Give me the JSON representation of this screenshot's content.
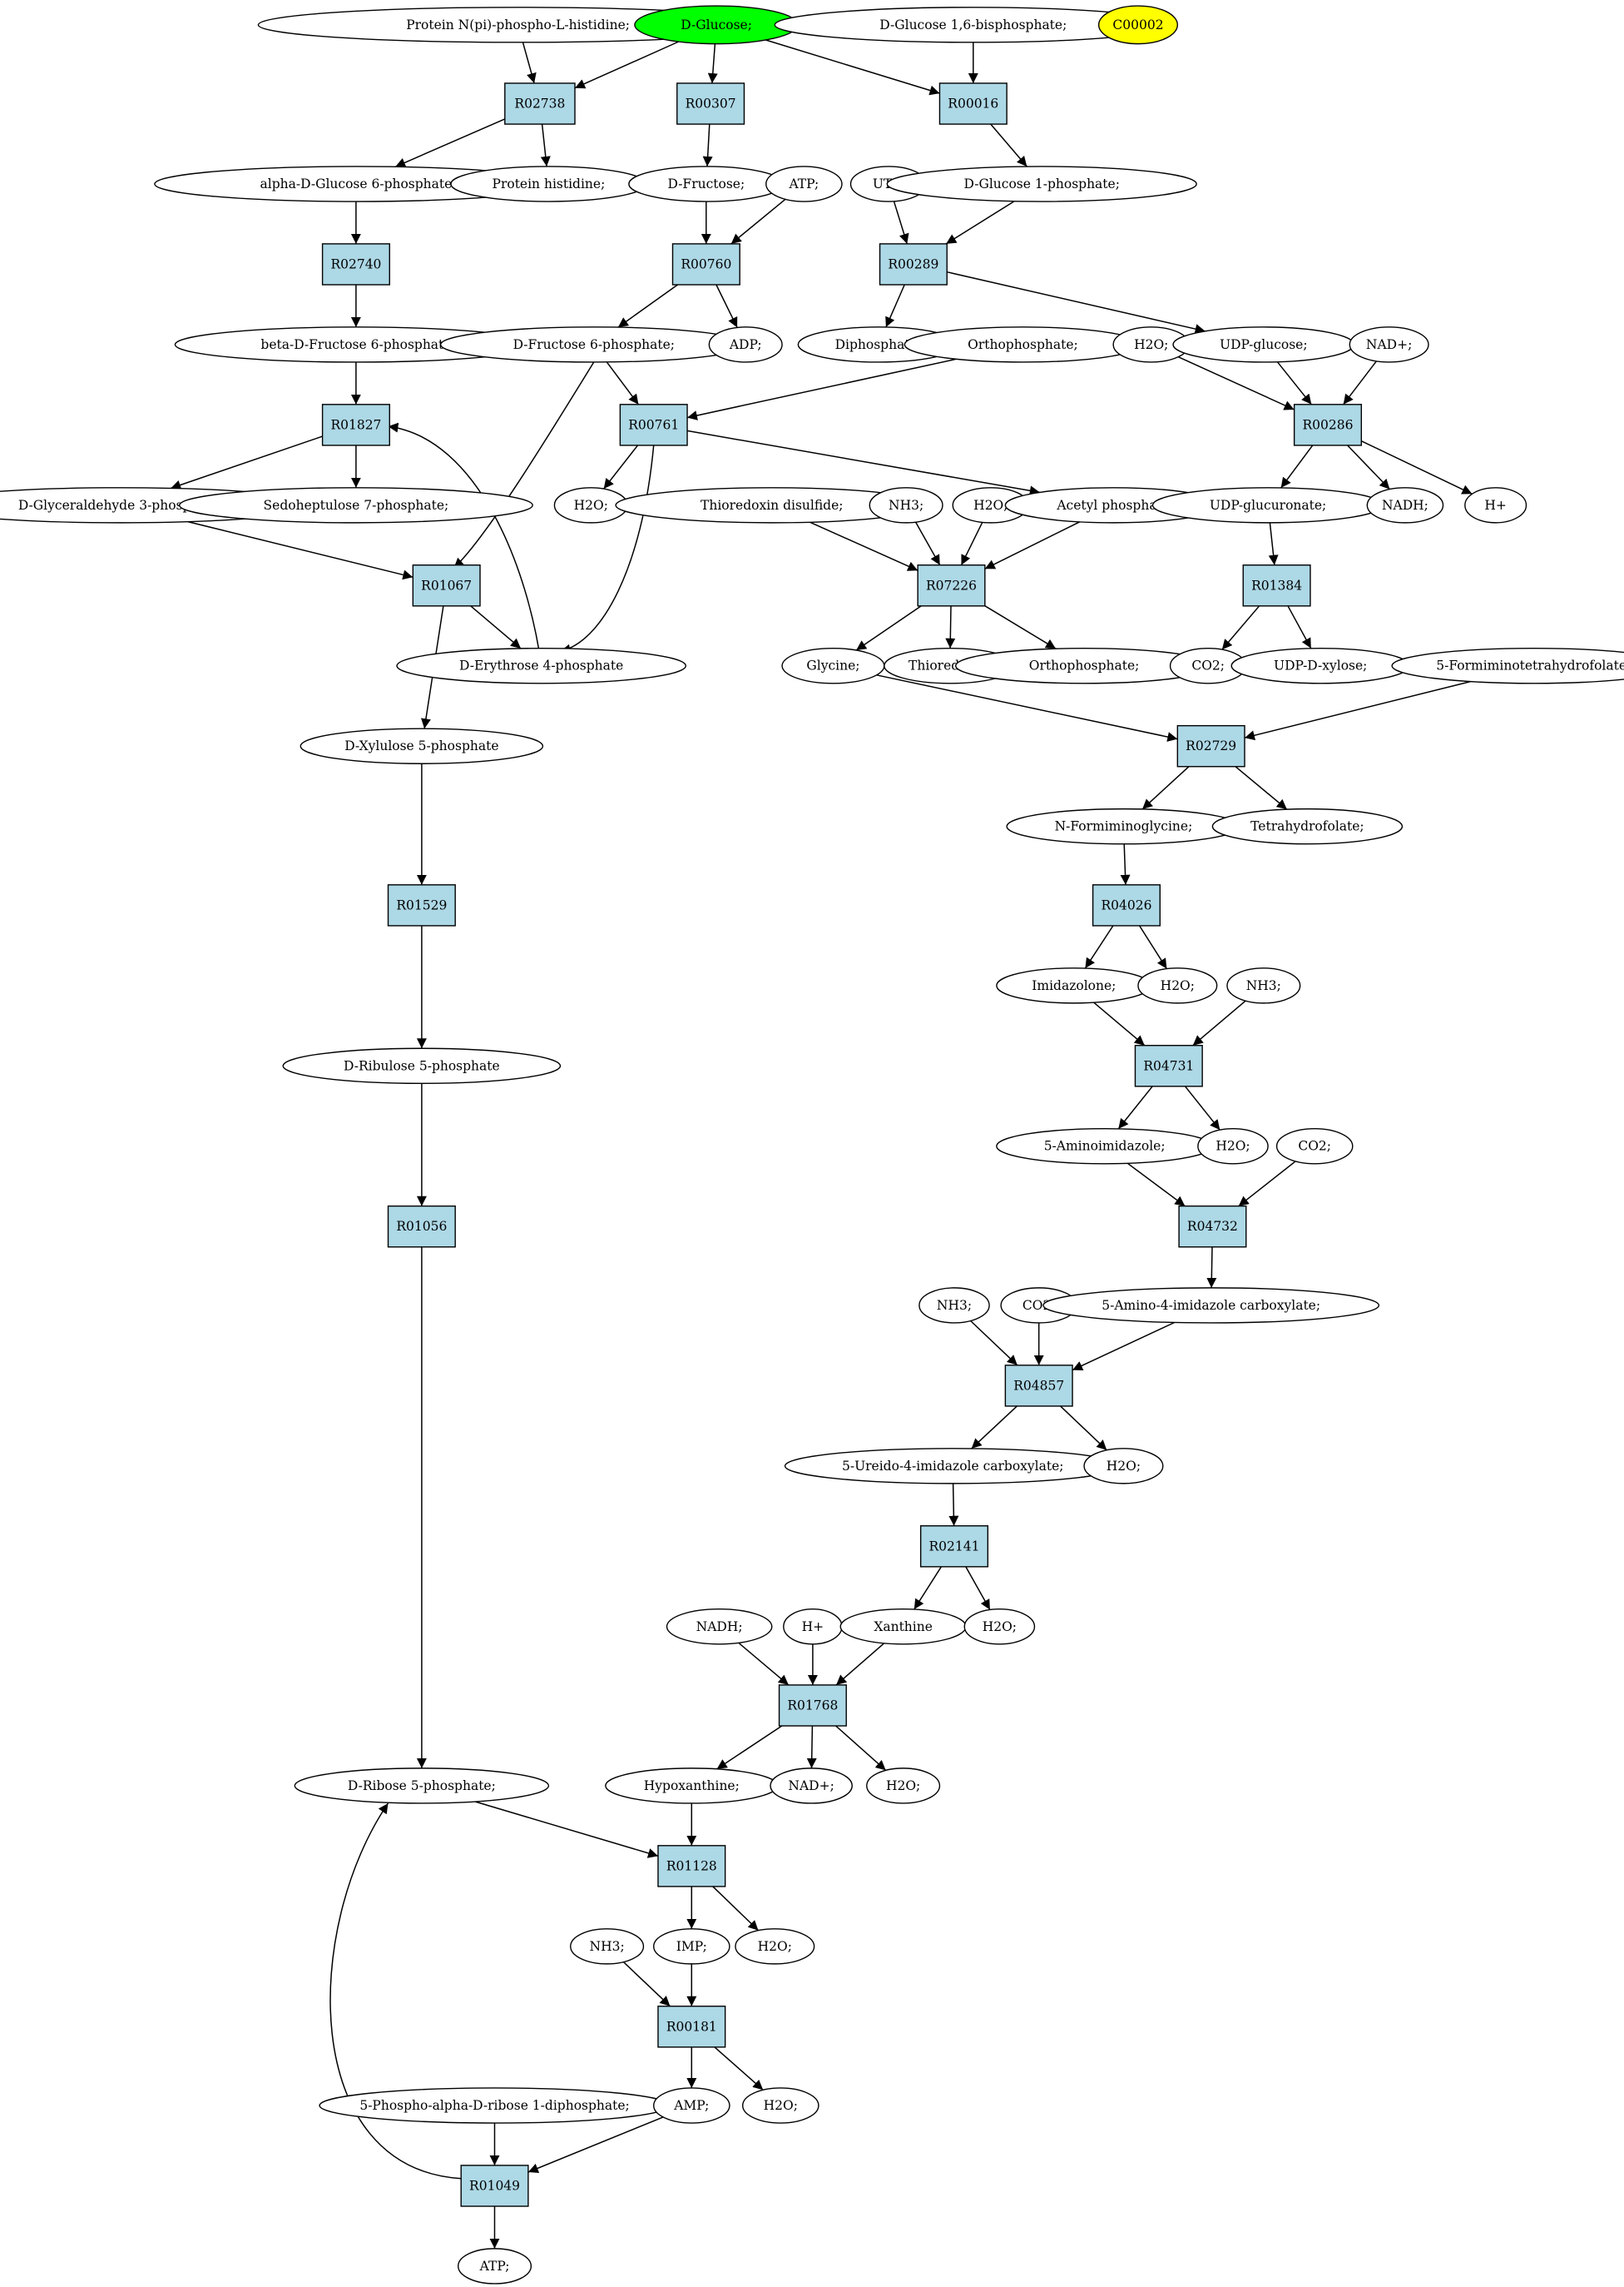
{
  "colors": {
    "compound_fill": "#ffffff",
    "reaction_fill": "#add8e6",
    "start_fill": "#00ff00",
    "highlight_fill": "#ffff00",
    "stroke": "#000000"
  },
  "nodes": [
    {
      "id": "n1",
      "kind": "compound",
      "label": "Protein N(pi)-phospho-L-histidine;"
    },
    {
      "id": "n2",
      "kind": "start",
      "label": "D-Glucose;"
    },
    {
      "id": "n3",
      "kind": "compound",
      "label": "D-Glucose 1,6-bisphosphate;"
    },
    {
      "id": "n4",
      "kind": "highlight",
      "label": "C00002"
    },
    {
      "id": "r1",
      "kind": "reaction",
      "label": "R02738"
    },
    {
      "id": "r2",
      "kind": "reaction",
      "label": "R00307"
    },
    {
      "id": "r3",
      "kind": "reaction",
      "label": "R00016"
    },
    {
      "id": "n5",
      "kind": "compound",
      "label": "alpha-D-Glucose 6-phosphate"
    },
    {
      "id": "n6",
      "kind": "compound",
      "label": "Protein histidine;"
    },
    {
      "id": "n7",
      "kind": "compound",
      "label": "D-Fructose;"
    },
    {
      "id": "n8",
      "kind": "compound",
      "label": "ATP;"
    },
    {
      "id": "n9",
      "kind": "compound",
      "label": "UTP;"
    },
    {
      "id": "n10",
      "kind": "compound",
      "label": "D-Glucose 1-phosphate;"
    },
    {
      "id": "r4",
      "kind": "reaction",
      "label": "R02740"
    },
    {
      "id": "r5",
      "kind": "reaction",
      "label": "R00760"
    },
    {
      "id": "r6",
      "kind": "reaction",
      "label": "R00289"
    },
    {
      "id": "n11",
      "kind": "compound",
      "label": "beta-D-Fructose 6-phosphate"
    },
    {
      "id": "n12",
      "kind": "compound",
      "label": "D-Fructose 6-phosphate;"
    },
    {
      "id": "n13",
      "kind": "compound",
      "label": "ADP;"
    },
    {
      "id": "n14",
      "kind": "compound",
      "label": "Diphosphate;"
    },
    {
      "id": "n15",
      "kind": "compound",
      "label": "Orthophosphate;"
    },
    {
      "id": "n16",
      "kind": "compound",
      "label": "H2O;"
    },
    {
      "id": "n17",
      "kind": "compound",
      "label": "UDP-glucose;"
    },
    {
      "id": "n18",
      "kind": "compound",
      "label": "NAD+;"
    },
    {
      "id": "r7",
      "kind": "reaction",
      "label": "R01827"
    },
    {
      "id": "r8",
      "kind": "reaction",
      "label": "R00761"
    },
    {
      "id": "r9",
      "kind": "reaction",
      "label": "R00286"
    },
    {
      "id": "n19",
      "kind": "compound",
      "label": "D-Glyceraldehyde 3-phosphate;"
    },
    {
      "id": "n20",
      "kind": "compound",
      "label": "Sedoheptulose 7-phosphate;"
    },
    {
      "id": "n21",
      "kind": "compound",
      "label": "H2O;"
    },
    {
      "id": "n22",
      "kind": "compound",
      "label": "Thioredoxin disulfide;"
    },
    {
      "id": "n23",
      "kind": "compound",
      "label": "NH3;"
    },
    {
      "id": "n24",
      "kind": "compound",
      "label": "H2O;"
    },
    {
      "id": "n25",
      "kind": "compound",
      "label": "Acetyl phosphate"
    },
    {
      "id": "n26",
      "kind": "compound",
      "label": "UDP-glucuronate;"
    },
    {
      "id": "n27",
      "kind": "compound",
      "label": "NADH;"
    },
    {
      "id": "n28",
      "kind": "compound",
      "label": "H+"
    },
    {
      "id": "r10",
      "kind": "reaction",
      "label": "R01067"
    },
    {
      "id": "r11",
      "kind": "reaction",
      "label": "R07226"
    },
    {
      "id": "r12",
      "kind": "reaction",
      "label": "R01384"
    },
    {
      "id": "n29",
      "kind": "compound",
      "label": "D-Erythrose 4-phosphate"
    },
    {
      "id": "n30",
      "kind": "compound",
      "label": "Glycine;"
    },
    {
      "id": "n31",
      "kind": "compound",
      "label": "Thioredoxin;"
    },
    {
      "id": "n32",
      "kind": "compound",
      "label": "Orthophosphate;"
    },
    {
      "id": "n33",
      "kind": "compound",
      "label": "CO2;"
    },
    {
      "id": "n34",
      "kind": "compound",
      "label": "UDP-D-xylose;"
    },
    {
      "id": "n35",
      "kind": "compound",
      "label": "5-Formiminotetrahydrofolate;"
    },
    {
      "id": "n36",
      "kind": "compound",
      "label": "D-Xylulose 5-phosphate"
    },
    {
      "id": "r13",
      "kind": "reaction",
      "label": "R02729"
    },
    {
      "id": "n37",
      "kind": "compound",
      "label": "N-Formiminoglycine;"
    },
    {
      "id": "n38",
      "kind": "compound",
      "label": "Tetrahydrofolate;"
    },
    {
      "id": "r14",
      "kind": "reaction",
      "label": "R01529"
    },
    {
      "id": "r15",
      "kind": "reaction",
      "label": "R04026"
    },
    {
      "id": "n39",
      "kind": "compound",
      "label": "Imidazolone;"
    },
    {
      "id": "n40",
      "kind": "compound",
      "label": "H2O;"
    },
    {
      "id": "n41",
      "kind": "compound",
      "label": "NH3;"
    },
    {
      "id": "n42",
      "kind": "compound",
      "label": "D-Ribulose 5-phosphate"
    },
    {
      "id": "r16",
      "kind": "reaction",
      "label": "R04731"
    },
    {
      "id": "n43",
      "kind": "compound",
      "label": "5-Aminoimidazole;"
    },
    {
      "id": "n44",
      "kind": "compound",
      "label": "H2O;"
    },
    {
      "id": "n45",
      "kind": "compound",
      "label": "CO2;"
    },
    {
      "id": "r17",
      "kind": "reaction",
      "label": "R01056"
    },
    {
      "id": "r18",
      "kind": "reaction",
      "label": "R04732"
    },
    {
      "id": "n46",
      "kind": "compound",
      "label": "NH3;"
    },
    {
      "id": "n47",
      "kind": "compound",
      "label": "CO2;"
    },
    {
      "id": "n48",
      "kind": "compound",
      "label": "5-Amino-4-imidazole carboxylate;"
    },
    {
      "id": "r19",
      "kind": "reaction",
      "label": "R04857"
    },
    {
      "id": "n49",
      "kind": "compound",
      "label": "5-Ureido-4-imidazole carboxylate;"
    },
    {
      "id": "n50",
      "kind": "compound",
      "label": "H2O;"
    },
    {
      "id": "r20",
      "kind": "reaction",
      "label": "R02141"
    },
    {
      "id": "n51",
      "kind": "compound",
      "label": "NADH;"
    },
    {
      "id": "n52",
      "kind": "compound",
      "label": "H+"
    },
    {
      "id": "n53",
      "kind": "compound",
      "label": "Xanthine"
    },
    {
      "id": "n54",
      "kind": "compound",
      "label": "H2O;"
    },
    {
      "id": "r21",
      "kind": "reaction",
      "label": "R01768"
    },
    {
      "id": "n55",
      "kind": "compound",
      "label": "D-Ribose 5-phosphate;"
    },
    {
      "id": "n56",
      "kind": "compound",
      "label": "Hypoxanthine;"
    },
    {
      "id": "n57",
      "kind": "compound",
      "label": "NAD+;"
    },
    {
      "id": "n58",
      "kind": "compound",
      "label": "H2O;"
    },
    {
      "id": "r22",
      "kind": "reaction",
      "label": "R01128"
    },
    {
      "id": "n59",
      "kind": "compound",
      "label": "NH3;"
    },
    {
      "id": "n60",
      "kind": "compound",
      "label": "IMP;"
    },
    {
      "id": "n61",
      "kind": "compound",
      "label": "H2O;"
    },
    {
      "id": "r23",
      "kind": "reaction",
      "label": "R00181"
    },
    {
      "id": "n62",
      "kind": "compound",
      "label": "5-Phospho-alpha-D-ribose 1-diphosphate;"
    },
    {
      "id": "n63",
      "kind": "compound",
      "label": "AMP;"
    },
    {
      "id": "n64",
      "kind": "compound",
      "label": "H2O;"
    },
    {
      "id": "r24",
      "kind": "reaction",
      "label": "R01049"
    },
    {
      "id": "n65",
      "kind": "compound",
      "label": "ATP;"
    }
  ],
  "edges": [
    {
      "from": "n1",
      "to": "r1"
    },
    {
      "from": "n2",
      "to": "r1"
    },
    {
      "from": "n2",
      "to": "r2"
    },
    {
      "from": "n2",
      "to": "r3"
    },
    {
      "from": "n3",
      "to": "r3"
    },
    {
      "from": "r1",
      "to": "n5"
    },
    {
      "from": "r1",
      "to": "n6"
    },
    {
      "from": "r2",
      "to": "n7"
    },
    {
      "from": "r3",
      "to": "n10"
    },
    {
      "from": "n5",
      "to": "r4"
    },
    {
      "from": "n7",
      "to": "r5"
    },
    {
      "from": "n8",
      "to": "r5"
    },
    {
      "from": "n9",
      "to": "r6"
    },
    {
      "from": "n10",
      "to": "r6"
    },
    {
      "from": "r4",
      "to": "n11"
    },
    {
      "from": "r5",
      "to": "n12"
    },
    {
      "from": "r5",
      "to": "n13"
    },
    {
      "from": "r6",
      "to": "n14"
    },
    {
      "from": "r6",
      "to": "n17"
    },
    {
      "from": "n11",
      "to": "r7"
    },
    {
      "from": "n12",
      "to": "r8"
    },
    {
      "from": "n12",
      "to": "r10"
    },
    {
      "from": "n15",
      "to": "r8"
    },
    {
      "from": "n16",
      "to": "r9"
    },
    {
      "from": "n17",
      "to": "r9"
    },
    {
      "from": "n18",
      "to": "r9"
    },
    {
      "from": "r7",
      "to": "n19"
    },
    {
      "from": "r7",
      "to": "n20"
    },
    {
      "from": "r8",
      "to": "n21"
    },
    {
      "from": "r8",
      "to": "n25"
    },
    {
      "from": "r8",
      "to": "n29"
    },
    {
      "from": "r9",
      "to": "n26"
    },
    {
      "from": "r9",
      "to": "n27"
    },
    {
      "from": "r9",
      "to": "n28"
    },
    {
      "from": "n19",
      "to": "r10"
    },
    {
      "from": "n22",
      "to": "r11"
    },
    {
      "from": "n23",
      "to": "r11"
    },
    {
      "from": "n24",
      "to": "r11"
    },
    {
      "from": "n25",
      "to": "r11"
    },
    {
      "from": "n26",
      "to": "r12"
    },
    {
      "from": "r10",
      "to": "n29"
    },
    {
      "from": "r10",
      "to": "n36"
    },
    {
      "from": "n29",
      "to": "r7"
    },
    {
      "from": "r11",
      "to": "n30"
    },
    {
      "from": "r11",
      "to": "n31"
    },
    {
      "from": "r11",
      "to": "n32"
    },
    {
      "from": "r12",
      "to": "n33"
    },
    {
      "from": "r12",
      "to": "n34"
    },
    {
      "from": "n30",
      "to": "r13"
    },
    {
      "from": "n35",
      "to": "r13"
    },
    {
      "from": "n36",
      "to": "r14"
    },
    {
      "from": "r13",
      "to": "n37"
    },
    {
      "from": "r13",
      "to": "n38"
    },
    {
      "from": "r14",
      "to": "n42"
    },
    {
      "from": "n37",
      "to": "r15"
    },
    {
      "from": "r15",
      "to": "n39"
    },
    {
      "from": "r15",
      "to": "n40"
    },
    {
      "from": "n39",
      "to": "r16"
    },
    {
      "from": "n41",
      "to": "r16"
    },
    {
      "from": "n42",
      "to": "r17"
    },
    {
      "from": "r16",
      "to": "n43"
    },
    {
      "from": "r16",
      "to": "n44"
    },
    {
      "from": "n43",
      "to": "r18"
    },
    {
      "from": "n45",
      "to": "r18"
    },
    {
      "from": "r17",
      "to": "n55"
    },
    {
      "from": "r18",
      "to": "n48"
    },
    {
      "from": "n46",
      "to": "r19"
    },
    {
      "from": "n47",
      "to": "r19"
    },
    {
      "from": "n48",
      "to": "r19"
    },
    {
      "from": "r19",
      "to": "n49"
    },
    {
      "from": "r19",
      "to": "n50"
    },
    {
      "from": "n49",
      "to": "r20"
    },
    {
      "from": "r20",
      "to": "n53"
    },
    {
      "from": "r20",
      "to": "n54"
    },
    {
      "from": "n51",
      "to": "r21"
    },
    {
      "from": "n52",
      "to": "r21"
    },
    {
      "from": "n53",
      "to": "r21"
    },
    {
      "from": "r21",
      "to": "n56"
    },
    {
      "from": "r21",
      "to": "n57"
    },
    {
      "from": "r21",
      "to": "n58"
    },
    {
      "from": "n55",
      "to": "r22"
    },
    {
      "from": "n56",
      "to": "r22"
    },
    {
      "from": "r22",
      "to": "n60"
    },
    {
      "from": "r22",
      "to": "n61"
    },
    {
      "from": "n59",
      "to": "r23"
    },
    {
      "from": "n60",
      "to": "r23"
    },
    {
      "from": "r23",
      "to": "n63"
    },
    {
      "from": "r23",
      "to": "n64"
    },
    {
      "from": "n62",
      "to": "r24"
    },
    {
      "from": "n63",
      "to": "r24"
    },
    {
      "from": "r24",
      "to": "n65"
    },
    {
      "from": "r24",
      "to": "n55"
    }
  ]
}
